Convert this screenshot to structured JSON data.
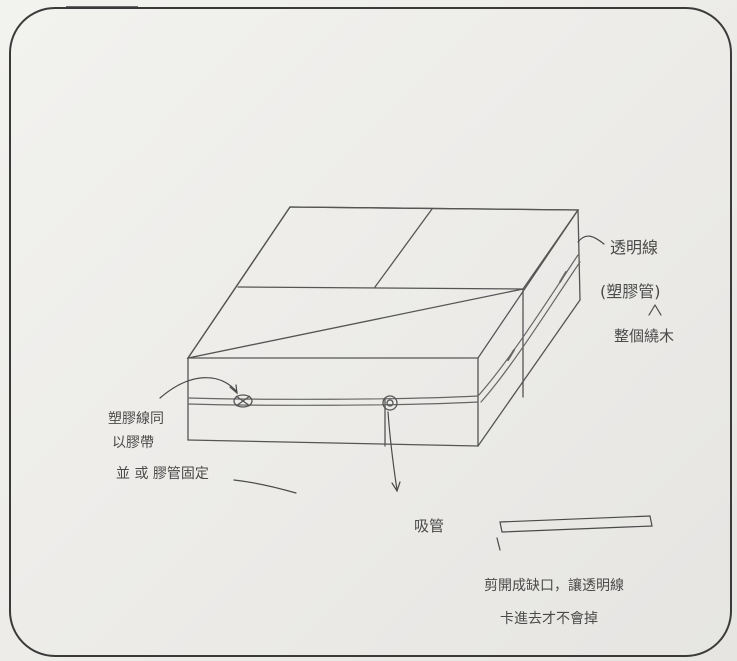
{
  "diagram": {
    "labels": {
      "top_right_line1": "透明線",
      "top_right_line2": "(塑膠管)",
      "top_right_line3": "整個繞木",
      "left_line1": "塑膠線同",
      "left_line2": "以膠帶",
      "left_line3": "並 或 膠管固定",
      "center": "吸管",
      "bottom_line1": "剪開成缺口，讓透明線",
      "bottom_line2": "卡進去才不會掉"
    },
    "colors": {
      "pencil": "#4a4a4a",
      "paper": "#efeeeb",
      "frame": "#3a3a3a"
    }
  }
}
